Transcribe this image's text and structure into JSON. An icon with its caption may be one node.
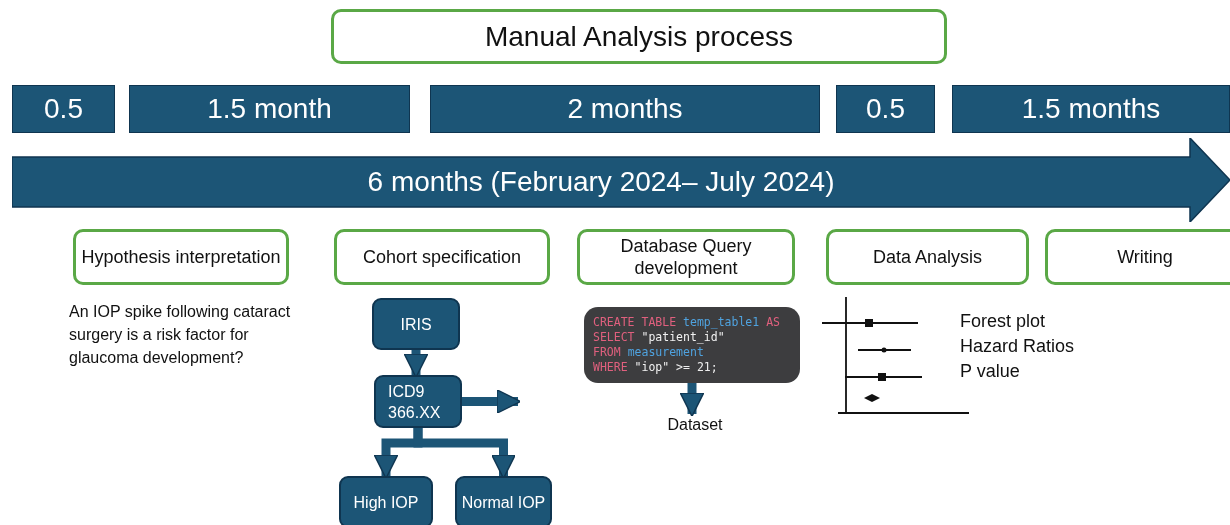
{
  "diagram": {
    "nodes": [
      {
        "text": [
          "Manual Analysis process"
        ]
      },
      {
        "text": [
          "0.5"
        ]
      },
      {
        "text": [
          "1.5 month"
        ]
      },
      {
        "text": [
          "2 months"
        ]
      },
      {
        "text": [
          "0.5"
        ]
      },
      {
        "text": [
          "1.5 months"
        ]
      },
      {
        "text": [
          "6 months (February 2024– July 2024)"
        ]
      },
      {
        "text": [
          "Hypothesis interpretation"
        ]
      },
      {
        "text": [
          "Cohort specification"
        ]
      },
      {
        "text": [
          "Database Query development"
        ]
      },
      {
        "text": [
          "Data Analysis"
        ]
      },
      {
        "text": [
          "Writing"
        ]
      },
      {
        "text": [
          "IRIS"
        ]
      },
      {
        "text": [
          "ICD9 366.XX"
        ]
      },
      {
        "text": [
          "High IOP"
        ]
      },
      {
        "text": [
          "Normal IOP"
        ]
      },
      {
        "text": [
          "CREATE TABLE temp_table1 AS",
          "SELECT \"patient_id\"",
          "FROM measurement",
          "WHERE \"iop\" >= 21;"
        ]
      },
      {
        "text": [
          "Dataset"
        ]
      }
    ],
    "edges": [
      {
        "from": 12,
        "to": 13,
        "arrow": "to"
      },
      {
        "from": 13,
        "to": null,
        "arrow": "to"
      },
      {
        "from": 13,
        "to": 14,
        "arrow": "to"
      },
      {
        "from": 13,
        "to": 15,
        "arrow": "to"
      },
      {
        "from": 16,
        "to": 17,
        "arrow": "to"
      }
    ],
    "labels": [
      "An IOP spike following cataract surgery is a risk factor for glaucoma development?",
      "Forest plot",
      "Hazard Ratios",
      "P value"
    ]
  }
}
